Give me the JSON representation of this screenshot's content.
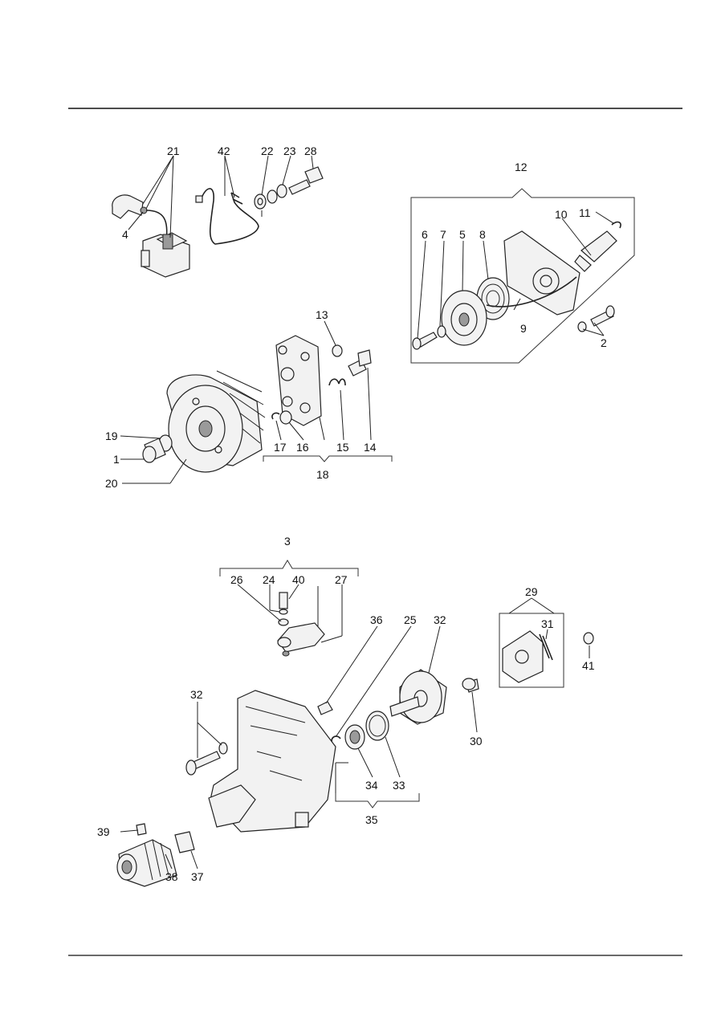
{
  "labels": {
    "n1": "1",
    "n2": "2",
    "n3": "3",
    "n4": "4",
    "n5": "5",
    "n6": "6",
    "n7": "7",
    "n8": "8",
    "n9": "9",
    "n10": "10",
    "n11": "11",
    "n12": "12",
    "n13": "13",
    "n14": "14",
    "n15": "15",
    "n16": "16",
    "n17": "17",
    "n18": "18",
    "n19": "19",
    "n20": "20",
    "n21": "21",
    "n22": "22",
    "n23": "23",
    "n24": "24",
    "n25": "25",
    "n26": "26",
    "n27": "27",
    "n28": "28",
    "n29": "29",
    "n30": "30",
    "n31": "31",
    "n32a": "32",
    "n32b": "32",
    "n33": "33",
    "n34": "34",
    "n35": "35",
    "n36": "36",
    "n37": "37",
    "n38": "38",
    "n39": "39",
    "n40": "40",
    "n41": "41",
    "n42": "42"
  },
  "colors": {
    "line": "#222222",
    "part_fill": "#f2f2f2",
    "shade": "#9a9a9a"
  }
}
